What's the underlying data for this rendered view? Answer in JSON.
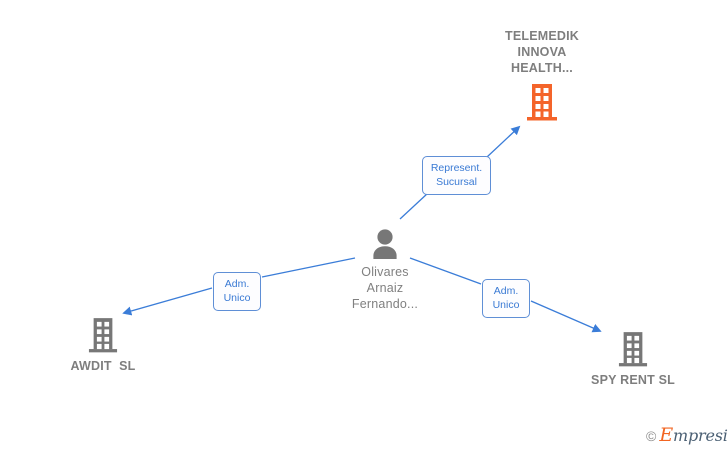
{
  "diagram": {
    "type": "corporate-relationship-graph",
    "background": "#ffffff",
    "colors": {
      "edge": "#3b7dd8",
      "edge_label_border": "#5f8fd6",
      "edge_label_text": "#3a7ad4",
      "node_text": "#7a7a7a",
      "highlight_icon": "#f4642a",
      "default_icon": "#777777",
      "watermark_orange": "#f26522",
      "watermark_blue": "#4a5f73"
    },
    "nodes": [
      {
        "id": "telemedik",
        "label": "TELEMEDIK\nINNOVA\nHEALTH...",
        "label_lines": [
          "TELEMEDIK",
          "INNOVA",
          "HEALTH..."
        ],
        "icon": "building-icon",
        "icon_color": "#f4642a",
        "kind": "company",
        "label_position": "above-icon"
      },
      {
        "id": "person",
        "label": "Olivares\nArnaiz\nFernando...",
        "label_lines": [
          "Olivares",
          "Arnaiz",
          "Fernando..."
        ],
        "icon": "person-icon",
        "icon_color": "#777777",
        "kind": "person",
        "label_position": "below-icon"
      },
      {
        "id": "awdit",
        "label": "AWDIT  SL",
        "label_lines": [
          "AWDIT  SL"
        ],
        "icon": "building-icon",
        "icon_color": "#777777",
        "kind": "company",
        "label_position": "below-icon"
      },
      {
        "id": "spyrent",
        "label": "SPY RENT SL",
        "label_lines": [
          "SPY RENT SL"
        ],
        "icon": "building-icon",
        "icon_color": "#777777",
        "kind": "company",
        "label_position": "below-icon"
      }
    ],
    "edges": [
      {
        "id": "edge-represent",
        "from": "person",
        "to": "telemedik",
        "label_lines": [
          "Represent.",
          "Sucursal"
        ],
        "label_line1": "Represent.",
        "label_line2": "Sucursal",
        "direction": "up-right",
        "arrowhead": "at-target"
      },
      {
        "id": "edge-adm-left",
        "from": "person",
        "to": "awdit",
        "label_lines": [
          "Adm.",
          "Unico"
        ],
        "label_line1": "Adm.",
        "label_line2": "Unico",
        "direction": "down-left",
        "arrowhead": "at-target"
      },
      {
        "id": "edge-adm-right",
        "from": "person",
        "to": "spyrent",
        "label_lines": [
          "Adm.",
          "Unico"
        ],
        "label_line1": "Adm.",
        "label_line2": "Unico",
        "direction": "down-right",
        "arrowhead": "at-target"
      }
    ]
  },
  "watermark": {
    "copyright": "©",
    "brand_initial": "E",
    "brand_rest": "mpresia"
  }
}
